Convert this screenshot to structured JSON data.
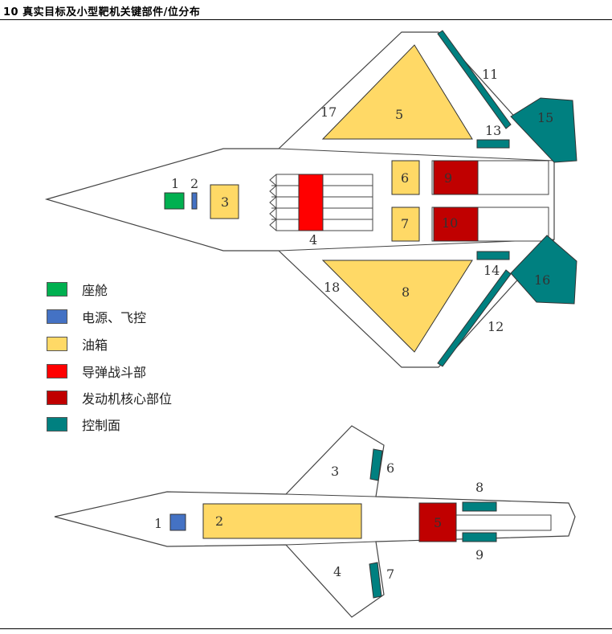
{
  "title": "10 真实目标及小型靶机关键部件/位分布",
  "colors": {
    "cockpit": "#00b050",
    "power": "#4472c4",
    "fuel": "#ffd966",
    "warhead": "#ff0000",
    "engine": "#c00000",
    "control": "#008080"
  },
  "legend": [
    {
      "label": "座舱",
      "color": "#00b050"
    },
    {
      "label": "电源、飞控",
      "color": "#4472c4"
    },
    {
      "label": "油箱",
      "color": "#ffd966"
    },
    {
      "label": "导弹战斗部",
      "color": "#ff0000"
    },
    {
      "label": "发动机核心部位",
      "color": "#c00000"
    },
    {
      "label": "控制面",
      "color": "#008080"
    }
  ],
  "top_labels": [
    "1",
    "2",
    "3",
    "4",
    "5",
    "6",
    "7",
    "8",
    "9",
    "10",
    "11",
    "12",
    "13",
    "14",
    "15",
    "16",
    "17",
    "18"
  ],
  "bottom_labels": [
    "1",
    "2",
    "3",
    "4",
    "5",
    "6",
    "7",
    "8",
    "9"
  ]
}
